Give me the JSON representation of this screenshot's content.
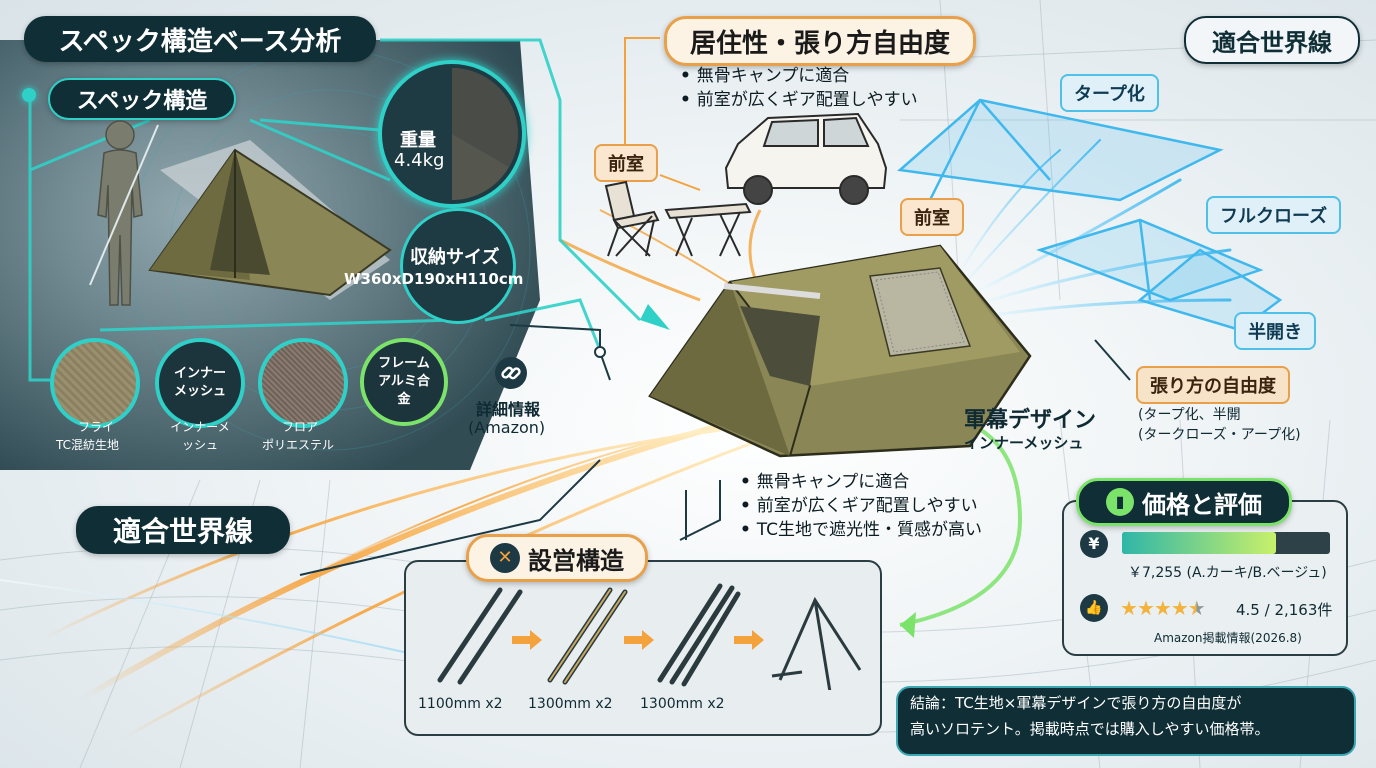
{
  "title": "スペック構造ベース分析",
  "spec": {
    "label": "スペック構造",
    "weight": {
      "label": "重量",
      "value": "4.4kg"
    },
    "packed": {
      "label": "収納サイズ",
      "value": "W360xD190xH110cm"
    },
    "materials": [
      {
        "name": "フライ",
        "detail": "TC混紡生地"
      },
      {
        "name": "インナーメッシュ",
        "detail": "インナーメッシュ"
      },
      {
        "name": "フロア",
        "detail": "ポリエステル"
      },
      {
        "name": "フレーム",
        "detail": "アルミ合金"
      }
    ],
    "inner_circle_label": "インナーメッシュ",
    "frame_circle_label": "フレームアルミ合金"
  },
  "detail_link": {
    "line1": "詳細情報",
    "line2": "(Amazon)"
  },
  "living": {
    "title": "居住性・張り方自由度",
    "bullets": [
      "無骨キャンプに適合",
      "前室が広くギア配置しやすい"
    ],
    "vestibule_left": "前室",
    "vestibule_right": "前室"
  },
  "worldline_top": "適合世界線",
  "worldline_left": "適合世界線",
  "pitch_modes": [
    "タープ化",
    "フルクローズ",
    "半開き"
  ],
  "pitch_freedom": {
    "label": "張り方の自由度",
    "note1": "(タープ化、半開",
    "note2": "(タークローズ・アープ化)"
  },
  "design": {
    "title": "軍幕デザイン",
    "subtitle": "インナーメッシュ"
  },
  "features": [
    "無骨キャンプに適合",
    "前室が広くギア配置しやすい",
    "TC生地で遮光性・質感が高い"
  ],
  "setup": {
    "title": "設営構造",
    "poles": [
      "1100mm x2",
      "1300mm x2",
      "1300mm x2"
    ]
  },
  "price": {
    "title": "価格と評価",
    "yen_icon": "¥",
    "price_text": "￥7,255 (A.カーキ/B.ベージュ)",
    "price_level": 0.74,
    "rating": 4.5,
    "rating_text": "4.5 / 2,163件",
    "source": "Amazon掲載情報(2026.8)"
  },
  "conclusion": {
    "line1": "結論：TC生地×軍幕デザインで張り方の自由度が",
    "line2": "高いソロテント。掲載時点では購入しやすい価格帯。"
  },
  "colors": {
    "navy": "#0f2e36",
    "teal": "#2fd0c8",
    "orange": "#f3a23c",
    "blue": "#3fb8ee",
    "green": "#7be36a",
    "tent": "#8a8655"
  },
  "icons": [
    "link-icon",
    "chart-icon",
    "wrench-icon",
    "yen-icon",
    "thumb-icon",
    "star-icon",
    "arrow-right-icon"
  ]
}
